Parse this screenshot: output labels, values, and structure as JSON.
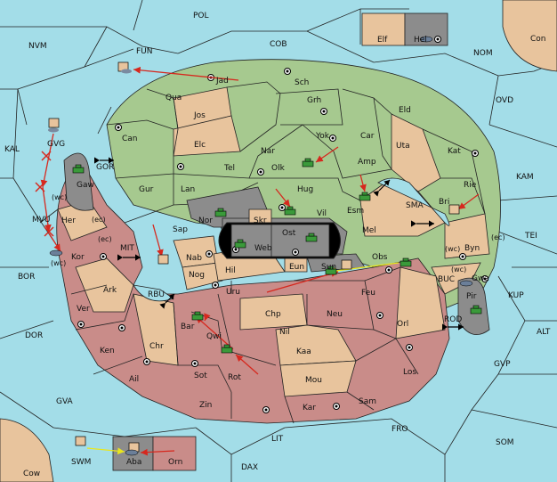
{
  "colors": {
    "sea": "#a3dde8",
    "land_green": "#a6c98f",
    "land_tan": "#e8c49d",
    "land_red": "#c98c89",
    "impassable": "#8c8c8c",
    "black": "#000000",
    "order_red": "#d6281e",
    "order_yellow": "#e9e61c",
    "unit_green": "#3a9a3a"
  },
  "icons": {
    "supply_center": "dot-in-circle-icon",
    "army": "tank-icon",
    "fleet": "ship-icon",
    "retreat": "box-icon"
  },
  "labels": {
    "pol": "POL",
    "nvm": "NVM",
    "fun": "FUN",
    "cob": "COB",
    "nom": "NOM",
    "con": "Con",
    "elf": "Elf",
    "hel": "Hel",
    "ovd": "OVD",
    "kal": "KAL",
    "kam": "KAM",
    "tei": "TEI",
    "bor": "BOR",
    "dor": "DOR",
    "gva": "GVA",
    "lit": "LIT",
    "fro": "FRO",
    "som": "SOM",
    "dax": "DAX",
    "swm": "SWM",
    "cow": "Cow",
    "gvp": "GVP",
    "alt": "ALT",
    "kup": "KUP",
    "buc": "BUC",
    "rod": "ROD",
    "sma": "SMA",
    "mit": "MIT",
    "rbu": "RBU",
    "gor": "GOR",
    "gvg": "GVG",
    "mvu": "MVU",
    "wc1": "(wc)",
    "wc2": "(wc)",
    "wc3": "(wc)",
    "wc4": "(wc)",
    "ec1": "(ec)",
    "ec2": "(ec)",
    "ec3": "(ec)",
    "jad": "Jad",
    "sch": "Sch",
    "qua": "Qua",
    "jos": "Jos",
    "grh": "Grh",
    "eld": "Eld",
    "can": "Can",
    "elc": "Elc",
    "nar": "Nar",
    "yok": "Yok",
    "car": "Car",
    "uta": "Uta",
    "kat": "Kat",
    "tel": "Tel",
    "olk": "Olk",
    "amp": "Amp",
    "rie": "Rie",
    "gaw": "Gaw",
    "gur": "Gur",
    "lan": "Lan",
    "hug": "Hug",
    "esm": "Esm",
    "bri": "Bri",
    "her": "Her",
    "nor": "Nor",
    "vil": "Vil",
    "sap": "Sap",
    "skr": "Skr",
    "ost": "Ost",
    "web": "Web",
    "mel": "Mel",
    "byn": "Byn",
    "kor": "Kor",
    "nab": "Nab",
    "hil": "Hil",
    "eun": "Eun",
    "sun": "Sun",
    "obs": "Obs",
    "gwa": "Gwa",
    "ark": "Ark",
    "nog": "Nog",
    "uru": "Uru",
    "feu": "Feu",
    "pir": "Pir",
    "ver": "Ver",
    "chp": "Chp",
    "neu": "Neu",
    "orl": "Orl",
    "bar": "Bar",
    "qwi": "Qwi",
    "nil": "Nil",
    "ken": "Ken",
    "chr": "Chr",
    "kaa": "Kaa",
    "los": "Los",
    "ail": "Ail",
    "sot": "Sot",
    "rot": "Rot",
    "mou": "Mou",
    "zin": "Zin",
    "kar": "Kar",
    "sam": "Sam",
    "aba": "Aba",
    "orn": "Orn"
  }
}
